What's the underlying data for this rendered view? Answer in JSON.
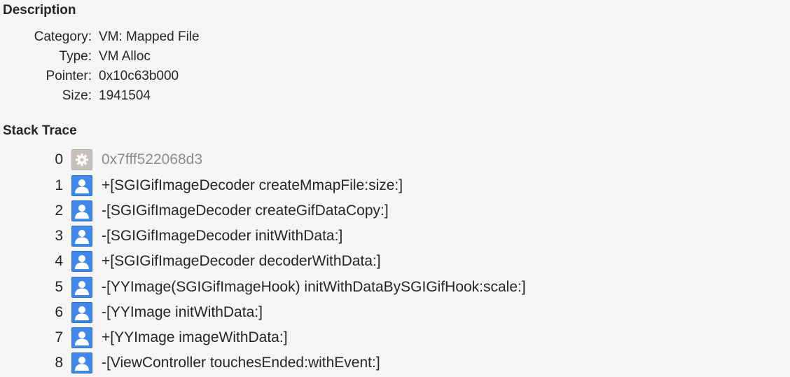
{
  "description": {
    "title": "Description",
    "fields": [
      {
        "label": "Category:",
        "value": "VM: Mapped File"
      },
      {
        "label": "Type:",
        "value": "VM Alloc"
      },
      {
        "label": "Pointer:",
        "value": "0x10c63b000"
      },
      {
        "label": "Size:",
        "value": "1941504"
      }
    ]
  },
  "stack_trace": {
    "title": "Stack Trace",
    "frames": [
      {
        "index": "0",
        "icon": "gear-icon",
        "symbol": "0x7fff522068d3"
      },
      {
        "index": "1",
        "icon": "user-icon",
        "symbol": "+[SGIGifImageDecoder createMmapFile:size:]"
      },
      {
        "index": "2",
        "icon": "user-icon",
        "symbol": "-[SGIGifImageDecoder createGifDataCopy:]"
      },
      {
        "index": "3",
        "icon": "user-icon",
        "symbol": "-[SGIGifImageDecoder initWithData:]"
      },
      {
        "index": "4",
        "icon": "user-icon",
        "symbol": "+[SGIGifImageDecoder decoderWithData:]"
      },
      {
        "index": "5",
        "icon": "user-icon",
        "symbol": "-[YYImage(SGIGifImageHook) initWithDataBySGIGifHook:scale:]"
      },
      {
        "index": "6",
        "icon": "user-icon",
        "symbol": "-[YYImage initWithData:]"
      },
      {
        "index": "7",
        "icon": "user-icon",
        "symbol": "+[YYImage imageWithData:]"
      },
      {
        "index": "8",
        "icon": "user-icon",
        "symbol": "-[ViewController touchesEnded:withEvent:]"
      }
    ]
  },
  "colors": {
    "background": "#f5f5f5",
    "text": "#262626",
    "dim_text": "#8c8c8c",
    "user_icon": "#3f88e8",
    "system_icon": "#c7c1bb"
  }
}
